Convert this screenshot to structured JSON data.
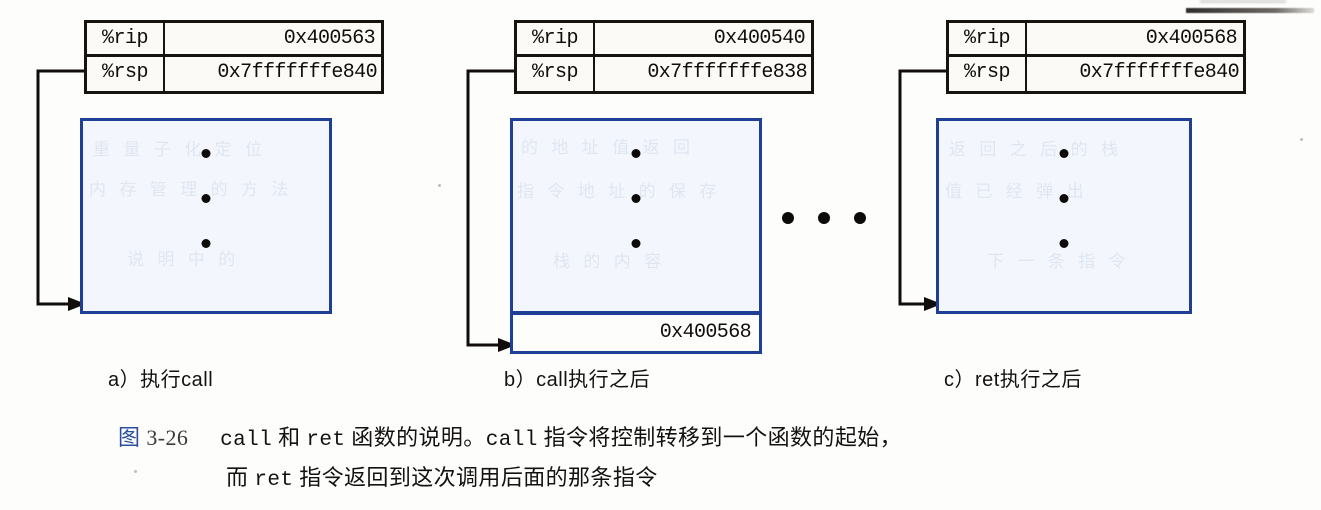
{
  "figure": {
    "label": "图",
    "number": "3-26",
    "caption_line1_parts": {
      "call": "call",
      "mid": " 和 ",
      "ret": "ret",
      "tail": " 函数的说明。",
      "call2": "call",
      "tail2": " 指令将控制转移到一个函数的起始，"
    },
    "caption_line2_parts": {
      "head": "而 ",
      "ret": "ret",
      "tail": " 指令返回到这次调用后面的那条指令"
    },
    "caption_line1_plain": "图 3-26  call 和 ret 函数的说明。call 指令将控制转移到一个函数的起始，",
    "caption_line2_plain": "而 ret 指令返回到这次调用后面的那条指令"
  },
  "colors": {
    "stack_border": "#1f3f96",
    "stack_fill": "#f3f7fd",
    "register_border": "#17130f",
    "figure_label": "#2a4f9e",
    "ink": "#100d0a"
  },
  "ellipsis_between_panels": {
    "name": "horizontal-ellipsis",
    "dots": 3
  },
  "panels": [
    {
      "id": "a",
      "caption": "a）执行call",
      "registers": [
        {
          "name": "%rip",
          "value": "0x400563"
        },
        {
          "name": "%rsp",
          "value": "0x7fffffffe840"
        }
      ],
      "stack": {
        "vertical_ellipsis_dots": 3,
        "pushed_slot": null,
        "ghost_lines": [
          "重 量 子 化 定 位",
          "内 存 管 理 的 方 法",
          "说 明 中 的"
        ]
      },
      "arrow": {
        "from": "rsp-register-row",
        "to": "stack-box-bottom-left"
      }
    },
    {
      "id": "b",
      "caption": "b）call执行之后",
      "registers": [
        {
          "name": "%rip",
          "value": "0x400540"
        },
        {
          "name": "%rsp",
          "value": "0x7fffffffe838"
        }
      ],
      "stack": {
        "vertical_ellipsis_dots": 3,
        "pushed_slot": "0x400568",
        "ghost_lines": [
          "的 地 址 值 返 回",
          "指 令 地 址 的 保 存",
          "栈 的 内 容"
        ]
      },
      "arrow": {
        "from": "rsp-register-row",
        "to": "pushed-stack-slot-bottom-left"
      }
    },
    {
      "id": "c",
      "caption": "c）ret执行之后",
      "registers": [
        {
          "name": "%rip",
          "value": "0x400568"
        },
        {
          "name": "%rsp",
          "value": "0x7fffffffe840"
        }
      ],
      "stack": {
        "vertical_ellipsis_dots": 3,
        "pushed_slot": null,
        "ghost_lines": [
          "返 回 之 后 的 栈",
          "值 已 经 弹 出",
          "下 一 条 指 令"
        ]
      },
      "arrow": {
        "from": "rsp-register-row",
        "to": "stack-box-bottom-left"
      }
    }
  ]
}
